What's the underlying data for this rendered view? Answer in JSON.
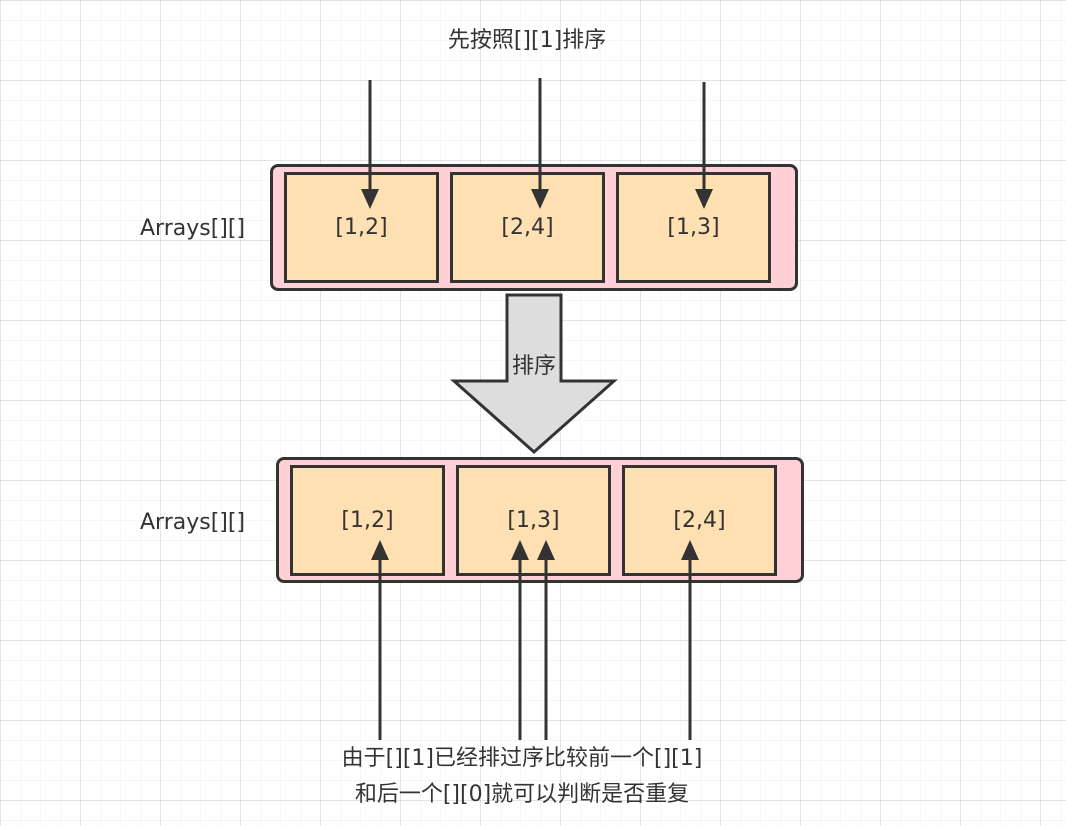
{
  "colors": {
    "row_fill": "#ffd1d6",
    "cell_fill": "#ffe0b3",
    "stroke": "#333333",
    "big_arrow_fill": "#dddddd"
  },
  "top_label": "先按照[][1]排序",
  "rows": [
    {
      "label": "Arrays[][]",
      "cells": [
        "[1,2]",
        "[2,4]",
        "[1,3]"
      ]
    },
    {
      "label": "Arrays[][]",
      "cells": [
        "[1,2]",
        "[1,3]",
        "[2,4]"
      ]
    }
  ],
  "transition_label": "排序",
  "bottom_note": {
    "line1": "由于[][1]已经排过序比较前一个[][1]",
    "line2": "和后一个[][0]就可以判断是否重复"
  }
}
